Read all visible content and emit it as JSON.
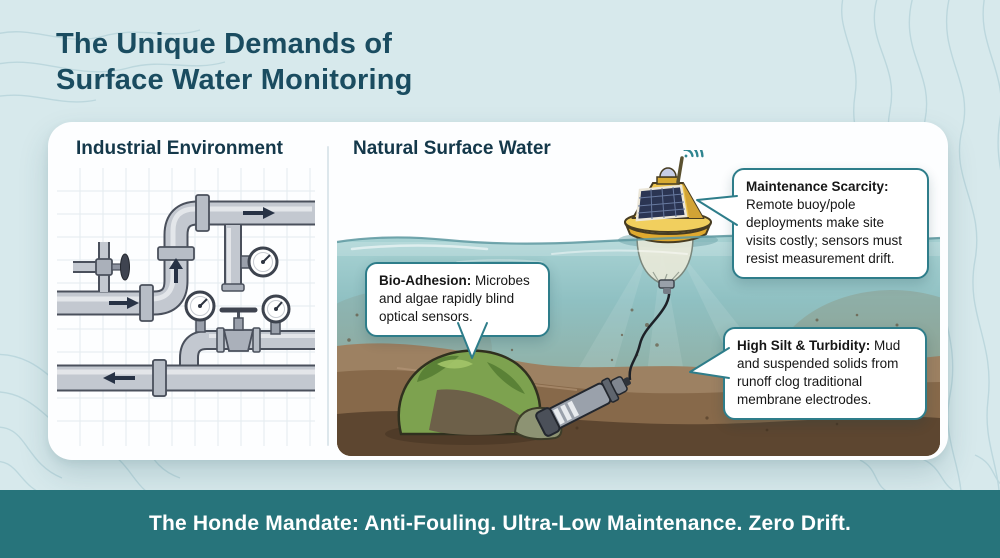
{
  "title": {
    "line1": "The Unique Demands of",
    "line2": "Surface Water Monitoring"
  },
  "panels": {
    "industrial": {
      "heading": "Industrial Environment",
      "illustration_elements": [
        "pipes",
        "flanges",
        "flow-arrows",
        "pressure-gauges",
        "valves",
        "grid-paper"
      ]
    },
    "natural": {
      "heading": "Natural Surface Water",
      "illustration_elements": [
        "telemetry-buoy",
        "solar-panel",
        "wifi-signal",
        "submerged-cable",
        "sensor-probe",
        "algae-covered-rock",
        "silt-plume",
        "muddy-seabed"
      ]
    }
  },
  "callouts": {
    "maintenance": {
      "lead": "Maintenance Scarcity:",
      "body": "Remote buoy/pole deployments make site visits costly; sensors must resist measurement drift."
    },
    "bio_adhesion": {
      "lead": "Bio-Adhesion:",
      "body": "Microbes and algae rapidly blind optical sensors."
    },
    "silt": {
      "lead": "High Silt & Turbidity:",
      "body": "Mud and suspended solids from runoff clog traditional membrane electrodes."
    }
  },
  "footer": {
    "text": "The Honde Mandate: Anti-Fouling. Ultra-Low Maintenance. Zero Drift."
  },
  "colors": {
    "page_background": "#d7e9ec",
    "contour_line": "#b3d2d9",
    "title_text": "#1a4c60",
    "heading_text": "#14384a",
    "callout_border": "#2e7d8a",
    "footer_background": "#27747b",
    "footer_text": "#ffffff",
    "buoy_yellow": "#e8b93c",
    "water_teal": "#8fc0c2",
    "seabed_brown": "#87694a",
    "rock_moss_green": "#7da24f"
  }
}
